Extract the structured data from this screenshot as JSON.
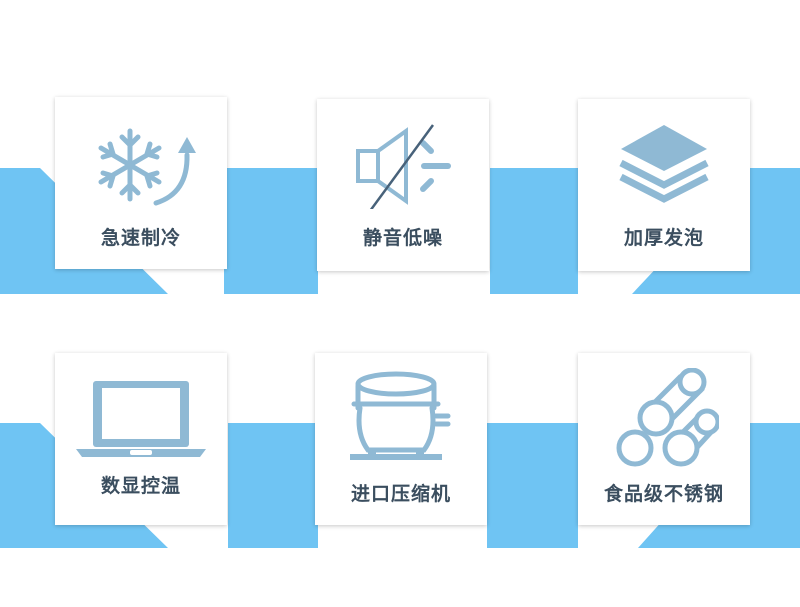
{
  "colors": {
    "band": "#6fc4f3",
    "icon": "#8fb9d4",
    "icon_line": "#48627a",
    "label": "#3b4e5f",
    "card": "#ffffff",
    "background": "#ffffff"
  },
  "features": [
    {
      "label": "急速制冷",
      "icon": "snowflake-refresh-icon"
    },
    {
      "label": "静音低噪",
      "icon": "speaker-mute-icon"
    },
    {
      "label": "加厚发泡",
      "icon": "stacked-layers-icon"
    },
    {
      "label": "数显控温",
      "icon": "laptop-display-icon"
    },
    {
      "label": "进口压缩机",
      "icon": "compressor-icon"
    },
    {
      "label": "食品级不锈钢",
      "icon": "steel-pipes-icon"
    }
  ]
}
